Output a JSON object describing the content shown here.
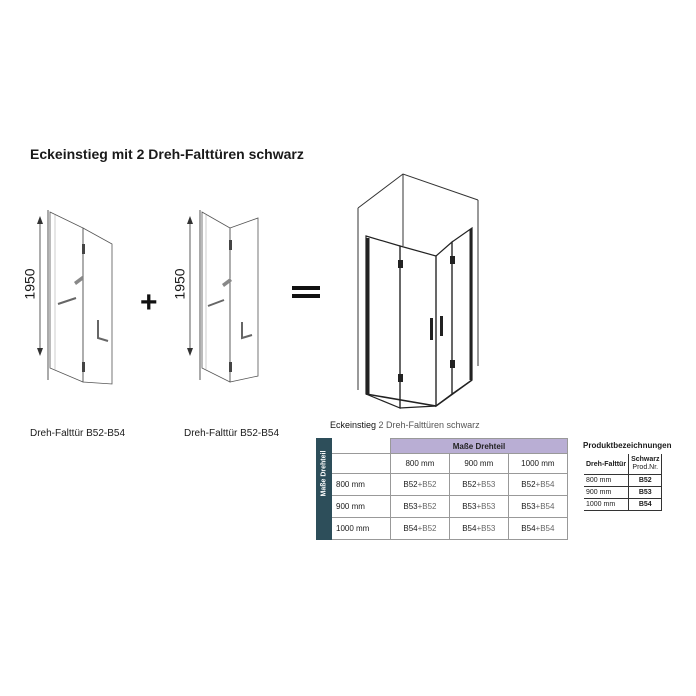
{
  "title": "Eckeinstieg mit 2 Dreh-Falttüren  schwarz",
  "height_label": "1950",
  "door_caption_1": "Dreh-Falttür B52-B54",
  "door_caption_2": "Dreh-Falttür B52-B54",
  "plus_symbol": "+",
  "combo_table": {
    "title_bold": "Eckeinstieg",
    "title_rest": " 2 Dreh-Falttüren schwarz",
    "header": "Maße Drehteil",
    "side_header": "Maße Drehteil",
    "columns": [
      "800 mm",
      "900 mm",
      "1000 mm"
    ],
    "rows": [
      {
        "label": "800 mm",
        "cells": [
          [
            "B52",
            "+B52"
          ],
          [
            "B52",
            "+B53"
          ],
          [
            "B52",
            "+B54"
          ]
        ]
      },
      {
        "label": "900 mm",
        "cells": [
          [
            "B53",
            "+B52"
          ],
          [
            "B53",
            "+B53"
          ],
          [
            "B53",
            "+B54"
          ]
        ]
      },
      {
        "label": "1000 mm",
        "cells": [
          [
            "B54",
            "+B52"
          ],
          [
            "B54",
            "+B53"
          ],
          [
            "B54",
            "+B54"
          ]
        ]
      }
    ]
  },
  "product_table": {
    "title": "Produktbezeichnungen",
    "col1": "Dreh-Falttür",
    "col2a": "Schwarz",
    "col2b": "Prod.Nr.",
    "rows": [
      {
        "size": "800 mm",
        "code": "B52"
      },
      {
        "size": "900 mm",
        "code": "B53"
      },
      {
        "size": "1000 mm",
        "code": "B54"
      }
    ]
  }
}
